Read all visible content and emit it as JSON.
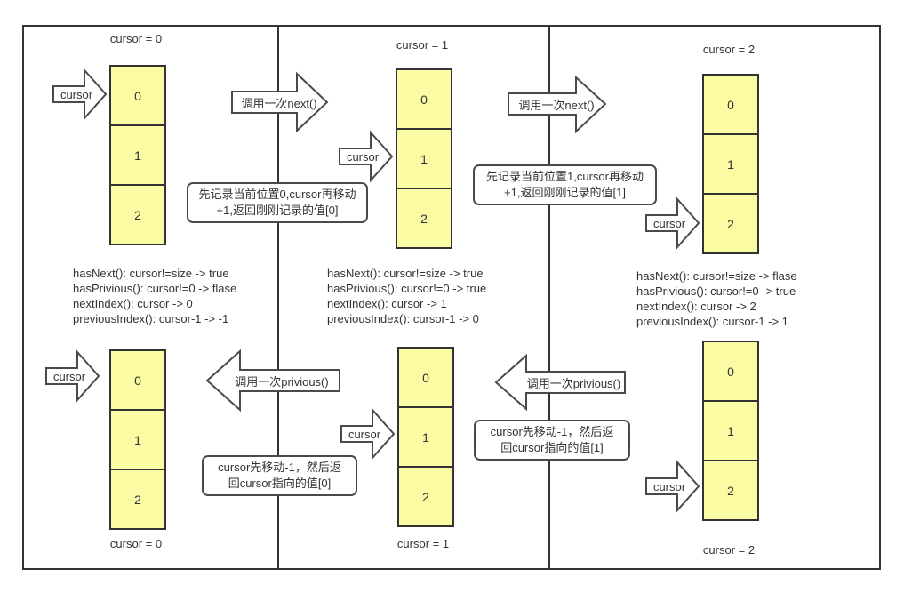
{
  "colors": {
    "cell_fill": "#fbfba3",
    "frame_line": "#333333",
    "arrow_stroke": "#4a4a4a"
  },
  "top": {
    "states": [
      {
        "title": "cursor = 0",
        "cursor_label": "cursor",
        "cells": [
          "0",
          "1",
          "2"
        ],
        "facts": [
          "hasNext(): cursor!=size -> true",
          "hasPrivious(): cursor!=0 -> flase",
          "nextIndex(): cursor -> 0",
          "previousIndex(): cursor-1 -> -1"
        ]
      },
      {
        "title": "cursor = 1",
        "cursor_label": "cursor",
        "cells": [
          "0",
          "1",
          "2"
        ],
        "facts": [
          "hasNext(): cursor!=size -> true",
          "hasPrivious(): cursor!=0 -> true",
          "nextIndex(): cursor -> 1",
          "previousIndex(): cursor-1 -> 0"
        ]
      },
      {
        "title": "cursor = 2",
        "cursor_label": "cursor",
        "cells": [
          "0",
          "1",
          "2"
        ],
        "facts": [
          "hasNext(): cursor!=size -> flase",
          "hasPrivious(): cursor!=0 -> true",
          "nextIndex(): cursor -> 2",
          "previousIndex(): cursor-1 -> 1"
        ]
      }
    ],
    "transitions": [
      {
        "label": "调用一次next()",
        "note1": "先记录当前位置0,cursor再移动",
        "note2": "+1,返回刚刚记录的值[0]"
      },
      {
        "label": "调用一次next()",
        "note1": "先记录当前位置1,cursor再移动",
        "note2": "+1,返回刚刚记录的值[1]"
      }
    ]
  },
  "bottom": {
    "states": [
      {
        "title": "cursor = 0",
        "cursor_label": "cursor",
        "cells": [
          "0",
          "1",
          "2"
        ]
      },
      {
        "title": "cursor = 1",
        "cursor_label": "cursor",
        "cells": [
          "0",
          "1",
          "2"
        ]
      },
      {
        "title": "cursor = 2",
        "cursor_label": "cursor",
        "cells": [
          "0",
          "1",
          "2"
        ]
      }
    ],
    "transitions": [
      {
        "label": "调用一次privious()",
        "note1": "cursor先移动-1，然后返",
        "note2": "回cursor指向的值[0]"
      },
      {
        "label": "调用一次privious()",
        "note1": "cursor先移动-1，然后返",
        "note2": "回cursor指向的值[1]"
      }
    ]
  }
}
